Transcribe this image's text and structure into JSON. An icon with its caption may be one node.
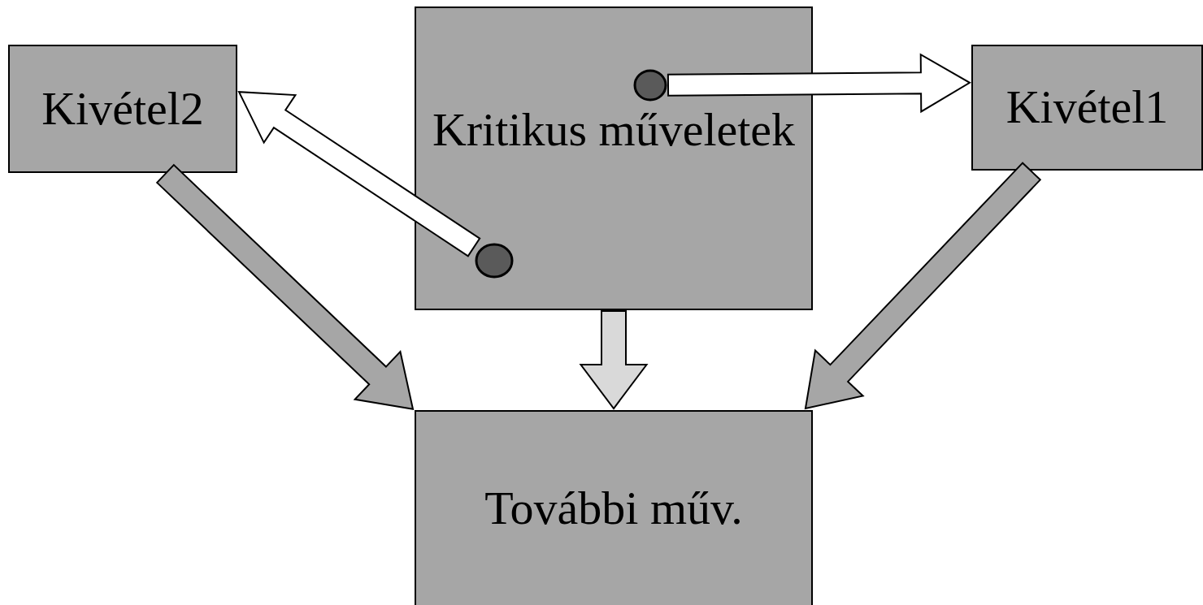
{
  "diagram": {
    "nodes": [
      {
        "text": [
          "Kivétel2"
        ]
      },
      {
        "text": [
          "Kritikus műveletek"
        ]
      },
      {
        "text": [
          "Kivétel1"
        ]
      },
      {
        "text": [
          "További műv."
        ]
      },
      {
        "text": [],
        "shape": "circle",
        "in": 1
      },
      {
        "text": [],
        "shape": "circle",
        "in": 1
      }
    ],
    "edges": [
      {
        "from": 4,
        "to": 2,
        "arrow": "to",
        "color": "#ffffff"
      },
      {
        "from": 5,
        "to": 0,
        "arrow": "to",
        "color": "#ffffff"
      },
      {
        "from": 0,
        "to": 3,
        "arrow": "to"
      },
      {
        "from": 1,
        "to": 3,
        "arrow": "to",
        "color": "#d9d9d9"
      },
      {
        "from": 2,
        "to": 3,
        "arrow": "to"
      }
    ]
  }
}
